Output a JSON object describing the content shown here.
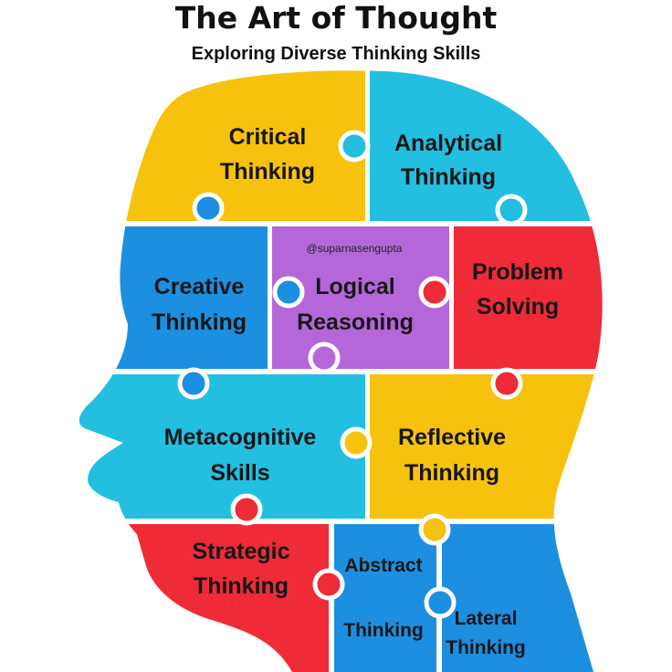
{
  "title": "The Art of Thought",
  "subtitle": "Exploring Diverse Thinking Skills",
  "credit": "@suparnasengupta",
  "colors": {
    "yellow": "#F7C20E",
    "cyan": "#22BFE1",
    "blue": "#1C8FE0",
    "purple": "#B567DA",
    "red": "#EE2B37"
  },
  "pieces": {
    "critical": {
      "line1": "Critical",
      "line2": "Thinking"
    },
    "analytical": {
      "line1": "Analytical",
      "line2": "Thinking"
    },
    "creative": {
      "line1": "Creative",
      "line2": "Thinking"
    },
    "logical": {
      "line1": "Logical",
      "line2": "Reasoning"
    },
    "problem": {
      "line1": "Problem",
      "line2": "Solving"
    },
    "metacognitive": {
      "line1": "Metacognitive",
      "line2": "Skills"
    },
    "reflective": {
      "line1": "Reflective",
      "line2": "Thinking"
    },
    "strategic": {
      "line1": "Strategic",
      "line2": "Thinking"
    },
    "abstract": {
      "line1": "Abstract",
      "line2": "Thinking"
    },
    "lateral": {
      "line1": "Lateral",
      "line2": "Thinking"
    }
  }
}
